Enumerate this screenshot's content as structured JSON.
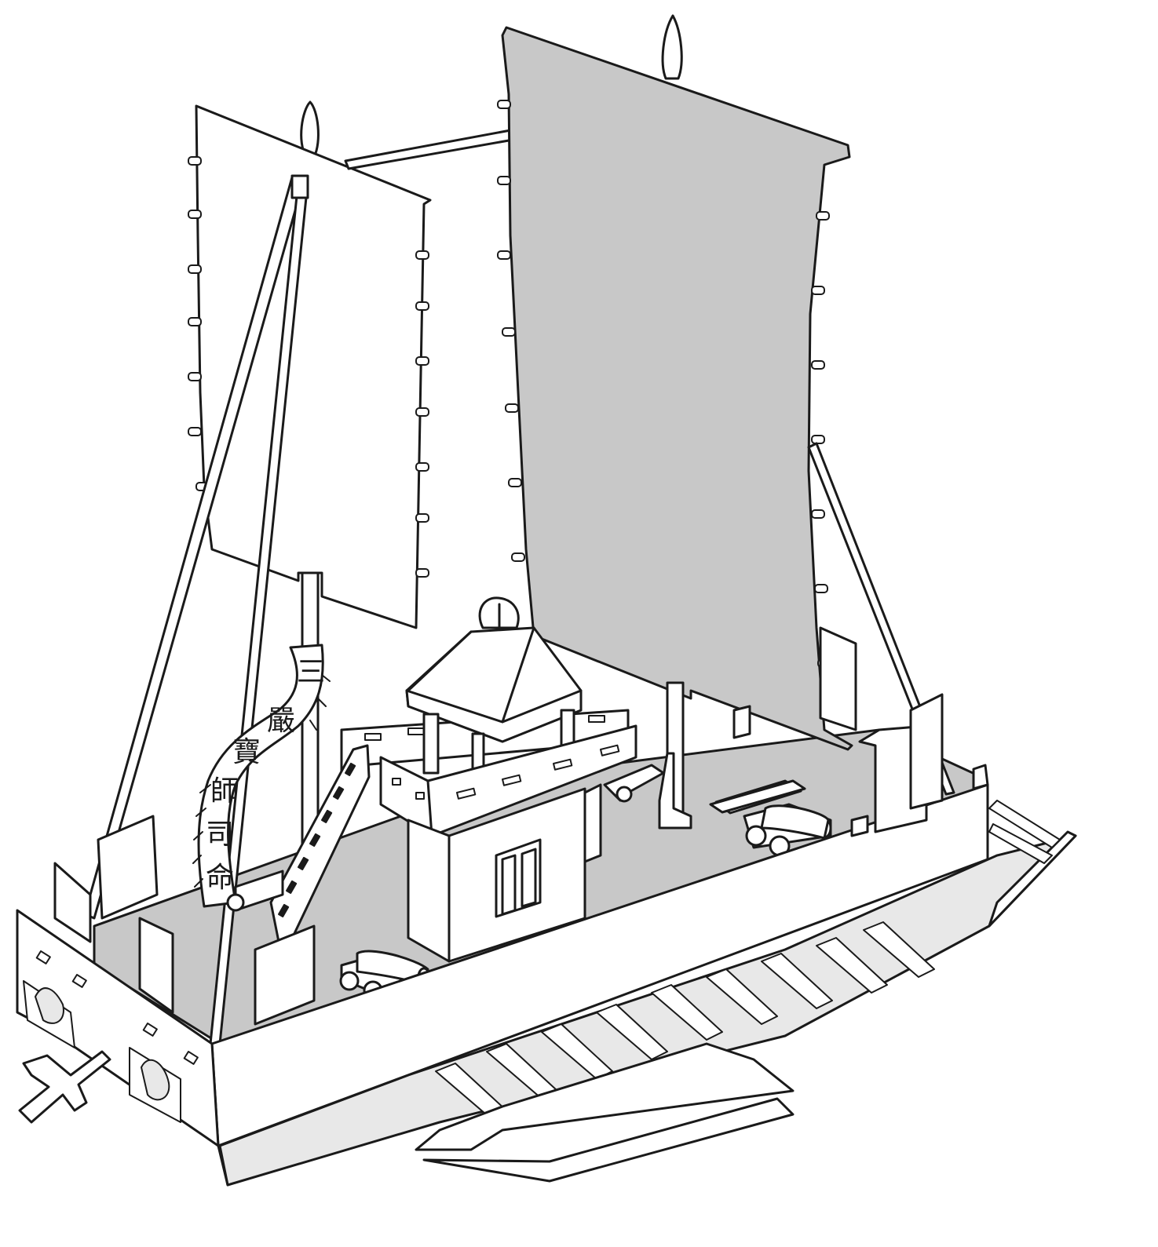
{
  "figure": {
    "banner_text": [
      "三",
      "嚴",
      "寶",
      "師",
      "司",
      "命"
    ]
  },
  "colors": {
    "outline": "#1a1a1a",
    "sail_fill": "#c8c8c8",
    "deck_fill": "#c8c8c8",
    "paper": "#ffffff"
  }
}
